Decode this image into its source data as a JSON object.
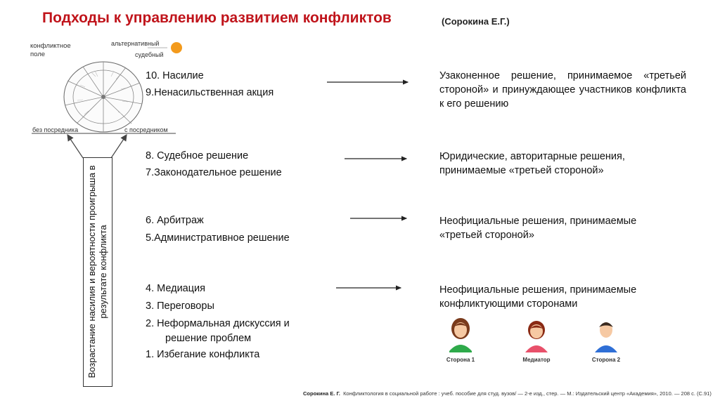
{
  "title": "Подходы к управлению развитием конфликтов",
  "subtitle": "(Сорокина Е.Г.)",
  "diagram": {
    "field_label_line1": "конфликтное",
    "field_label_line2": "поле",
    "alternative": "альтернативный",
    "judicial": "судебный",
    "without_mediator": "без посредника",
    "with_mediator": "с посредником"
  },
  "vertical_label": "Возрастание насилия и вероятности проигрыша в результате конфликта",
  "groups": [
    {
      "items": [
        "10. Насилие",
        "9.Ненасильственная акция"
      ],
      "result": "Узаконенное решение, принимаемое «третьей стороной» и принуждающее участников конфликта к его решению"
    },
    {
      "items": [
        "8. Судебное решение",
        "7.Законодательное решение"
      ],
      "result": "Юридические, авторитарные решения, принимаемые «третьей стороной»"
    },
    {
      "items": [
        "6. Арбитраж",
        "5.Административное решение"
      ],
      "result": "Неофициальные решения, принимаемые «третьей стороной»"
    },
    {
      "items": [
        "4. Медиация",
        "3. Переговоры",
        "2. Неформальная дискуссия и",
        "решение проблем",
        "1. Избегание конфликта"
      ],
      "result": "Неофициальные решения, принимаемые конфликтующими сторонами"
    }
  ],
  "people": [
    {
      "label": "Сторона 1",
      "shirt": "#2eaa4a",
      "hair": "#7a3b1c"
    },
    {
      "label": "Медиатор",
      "shirt": "#e8506a",
      "hair": "#8a2a14"
    },
    {
      "label": "Сторона 2",
      "shirt": "#2f6fd6",
      "hair": "#3a2a20"
    }
  ],
  "footer": {
    "author": "Сорокина Е. Г.",
    "text": "Конфликтология в социальной работе : учеб. пособие для студ. вузов/ — 2-е изд., стер. — М.: Издательский центр «Академия», 2010. — 208 с. (С.91)"
  }
}
